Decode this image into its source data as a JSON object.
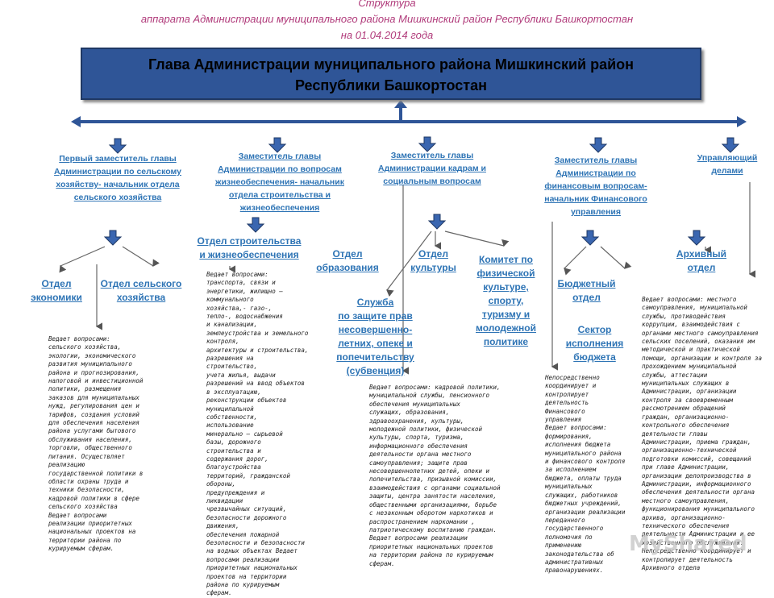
{
  "header": {
    "line1": "Структура",
    "line2": "аппарата Администрации муниципального района Мишкинский район Республики Башкортостан",
    "line3": "на 01.04.2014 года"
  },
  "head": {
    "line1": "Глава Администрации муниципального района Мишкинский район",
    "line2": "Республики Башкортостан"
  },
  "deputies": [
    {
      "lines": [
        "Первый заместитель главы",
        "Администрации по сельскому",
        "хозяйству- начальник отдела",
        "сельского хозяйства"
      ]
    },
    {
      "lines": [
        "Заместитель главы",
        "Администрации по вопросам",
        "жизнеобеспечения- начальник",
        "отдела строительства и",
        "жизнеобеспечения"
      ]
    },
    {
      "lines": [
        "Заместитель главы",
        "Администрации кадрам и",
        "социальным вопросам"
      ]
    },
    {
      "lines": [
        "Заместитель главы",
        "Администрации по",
        "финансовым вопросам-",
        "начальник Финансового",
        "управления"
      ]
    },
    {
      "lines": [
        "Управляющий",
        "делами"
      ]
    }
  ],
  "units": {
    "economy": [
      "Отдел",
      "экономики"
    ],
    "agriculture": [
      "Отдел сельского",
      "хозяйства"
    ],
    "construction": [
      "Отдел строительства",
      "и жизнеобеспечения"
    ],
    "education": [
      "Отдел",
      "образования"
    ],
    "culture": [
      "Отдел",
      "культуры"
    ],
    "sport": [
      "Комитет по",
      "физической",
      "культуре, спорту,",
      "туризму и",
      "молодежной",
      "политике"
    ],
    "guardianship": [
      "Служба",
      "по защите прав",
      "несовершенно-",
      "летних, опеке и",
      "попечительству",
      "(субвенция)"
    ],
    "budget": [
      "Бюджетный",
      "отдел"
    ],
    "execution": [
      "Сектор",
      "исполнения",
      "бюджета"
    ],
    "archive": [
      "Архивный",
      "отдел"
    ]
  },
  "notes": {
    "agriculture": "Ведает вопросами:\nсельского хозяйства,\nэкологии, экономического\nразвития муниципального\nрайона и прогнозирования,\nналоговой и инвестиционной\nполитики, размещения\nзаказов для муниципальных\nнужд, регулирования цен и\nтарифов, создания условий\nдля обеспечения населения\nрайона услугами бытового\nобслуживания населения,\nторговли, общественного\nпитания. Осуществляет\nреализацию\nгосударственной политики в\nобласти охраны труда и\nтехники безопасности,\nкадровой политики в сфере\nсельского хозяйства\nВедает вопросами\nреализации приоритетных\nнациональных проектов на\nтерритории района по\nкурируемым сферам.",
    "construction": "Ведает вопросами:\nтранспорта, связи и\nэнергетики, жилищно –\nкоммунального\nхозяйства,- газо-,\nтепло-, водоснабжения\nи канализации,\nземлеустройства и земельного\nконтроля,\nархитектуры и строительства,\nразрешения на\nстроительство,\nучета жилья, выдачи\nразрешений на ввод объектов\nв эксплуатацию,\nреконструкции объектов\nмуниципальной\nсобственности,\nиспользование\nминерально – сырьевой\nбазы, дорожного\nстроительства и\nсодержания дорог,\nблагоустройства\nтерриторий, гражданской\nобороны,\nпредупреждения и\nликвидации\nчрезвычайных ситуаций,\nбезопасности дорожного\nдвижения,\nобеспечения пожарной\nбезопасности и безопасности\nна водных объектах Ведает\nвопросами реализации\nприоритетных национальных\nпроектов на территории\nрайона по курируемым\nсферам.",
    "social": "Ведает вопросами: кадровой политики,\nмуниципальной службы, пенсионного\nобеспечения муниципальных\nслужащих, образования,\nздравоохранения, культуры,\nмолодежной политики, физической\nкультуры, спорта, туризма,\nинформационного обеспечения\nдеятельности органа местного\nсамоуправления; защите прав\nнесовершеннолетних детей, опеки и\nпопечительства, призывной комиссии,\nвзаимодействия с органами социальной\nзащиты, центра занятости населения,\nобщественными организациями, борьбе\nс незаконным оборотом наркотиков и\nраспространением наркомании ,\nпатриотическому воспитанию граждан.\nВедает вопросами реализации\nприоритетных национальных проектов\nна территории района по курируемым\nсферам.",
    "finance": "Непосредственно\nкоординирует и\nконтролирует\nдеятельность\nФинансового\nуправления\nВедает вопросами:\nформирования,\nисполнения бюджета\nмуниципального района\nи финансового контроля\nза исполнением\nбюджета, оплаты труда\nмуниципальных\nслужащих, работников\nбюджетных учреждений,\nорганизации реализации\nпереданного\nгосударственного\nполномочия по\nприменению\nзаконодательства об\nадминистративных\nправонарушениях.",
    "affairs": "Ведает вопросами: местного\nсамоуправления, муниципальной\nслужбы, противодействия\nкоррупции, взаимодействия с\nорганами местного самоуправления\nсельских поселений, оказания им\nметодической и практической\nпомощи, организации и контроля за\nпрохождением муниципальной\nслужбы, аттестации\nмуниципальных служащих в\nАдминистрации, организации\nконтроля за своевременным\nрассмотрением обращений\nграждан, организационно-\nконтрольного обеспечения\nдеятельности главы\nАдминистрации, приема граждан,\nорганизационно-технической\nподготовки комиссий, совещаний\nпри главе Администрации,\nорганизации делопроизводства в\nАдминистрации, информационного\nобеспечения деятельности органа\nместного самоуправления,\nфункционирования муниципального\nархива, организационно-\nтехнического обеспечения\nдеятельности Администрации и ее\nхозяйственного обслуживания.\nНепосредственно координирует и\nконтролирует деятельность\nАрхивного отдела"
  },
  "watermark": "MyShared"
}
